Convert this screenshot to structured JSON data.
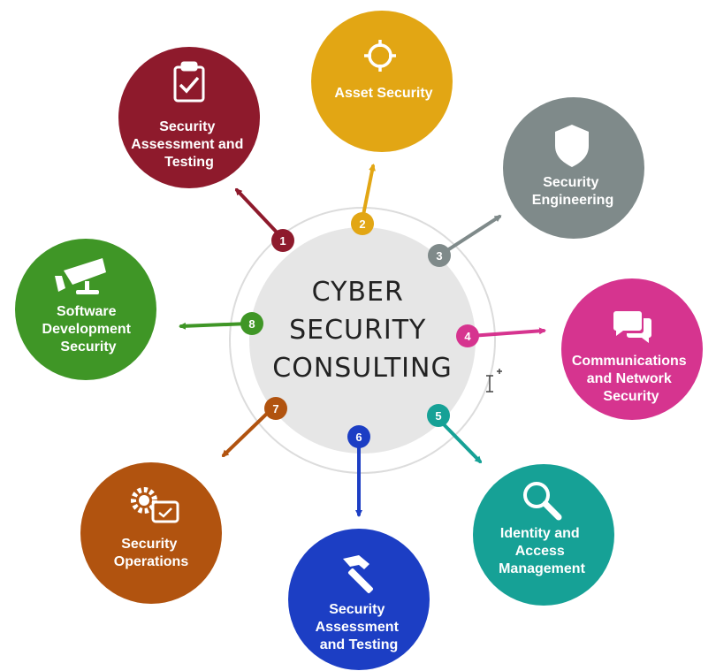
{
  "center": {
    "lines": [
      "CYBER",
      "SECURITY",
      "CONSULTING"
    ],
    "fill": "#e6e6e6",
    "ring": "#dcdcdc"
  },
  "nodes": [
    {
      "num": "1",
      "label": [
        "Security",
        "Assessment and",
        "Testing"
      ],
      "color": "#8e1a2c",
      "icon": "clipboard-check-icon"
    },
    {
      "num": "2",
      "label": [
        "Asset Security"
      ],
      "color": "#e2a614",
      "icon": "crosshair-icon"
    },
    {
      "num": "3",
      "label": [
        "Security",
        "Engineering"
      ],
      "color": "#7f8a8a",
      "icon": "shield-icon"
    },
    {
      "num": "4",
      "label": [
        "Communications",
        "and Network",
        "Security"
      ],
      "color": "#d6348f",
      "icon": "chat-bubbles-icon"
    },
    {
      "num": "5",
      "label": [
        "Identity and",
        "Access",
        "Management"
      ],
      "color": "#16a196",
      "icon": "magnifier-icon"
    },
    {
      "num": "6",
      "label": [
        "Security",
        "Assessment",
        "and Testing"
      ],
      "color": "#1c3ec4",
      "icon": "hammer-icon"
    },
    {
      "num": "7",
      "label": [
        "Security",
        "Operations"
      ],
      "color": "#b1530f",
      "icon": "gear-monitor-icon"
    },
    {
      "num": "8",
      "label": [
        "Software",
        "Development",
        "Security"
      ],
      "color": "#3f9626",
      "icon": "security-camera-icon"
    }
  ]
}
